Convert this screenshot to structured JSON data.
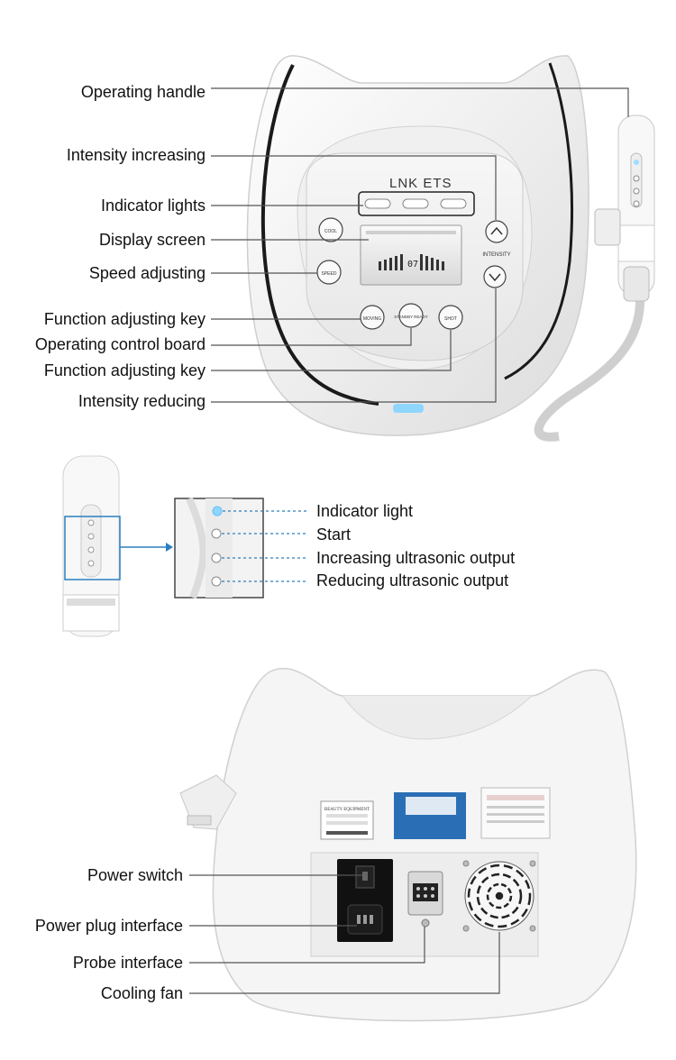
{
  "top": {
    "brand": "LNK ETS",
    "buttons": {
      "cool": "COOL",
      "speed": "SPEED",
      "moving": "MOVING",
      "standby": "STANDBY READY",
      "shot": "SHOT"
    },
    "intensity_label": "INTENSITY",
    "labels": [
      "Operating handle",
      "Intensity increasing",
      "Indicator lights",
      "Display screen",
      "Speed adjusting",
      "Function adjusting key",
      "Operating control board",
      "Function adjusting key",
      "Intensity reducing"
    ]
  },
  "middle": {
    "labels": [
      "Indicator light",
      "Start",
      "Increasing ultrasonic output",
      "Reducing ultrasonic output"
    ]
  },
  "bottom": {
    "sticker_title": "BEAUTY EQUIPMENT",
    "labels": [
      "Power switch",
      "Power plug interface",
      "Probe interface",
      "Cooling fan"
    ]
  },
  "colors": {
    "accent": "#2a7fc0",
    "line": "#555555",
    "device": "#f4f4f4",
    "indicator": "#8fd6ff"
  }
}
